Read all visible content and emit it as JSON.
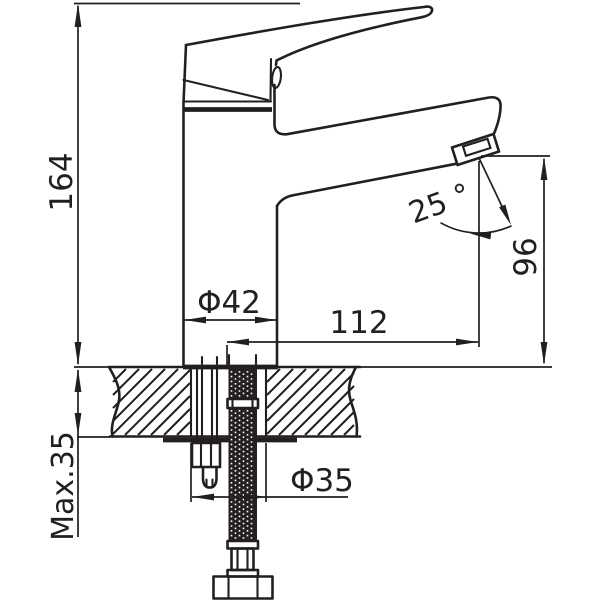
{
  "drawing": {
    "type": "technical-dimension-drawing",
    "subject": "single-lever basin faucet, side view with countertop mounting cross-section",
    "background_color": "#ffffff",
    "line_color": "#231f20",
    "labels": {
      "overall_height": "164",
      "body_diameter": "Φ42",
      "spout_reach": "112",
      "spout_angle": "25 °",
      "outlet_height": "96",
      "max_counter_thickness": "Max.35",
      "mounting_hole_diameter": "Φ35"
    },
    "values": {
      "overall_height_mm": 164,
      "body_diameter_mm": 42,
      "spout_reach_mm": 112,
      "spout_angle_deg": 25,
      "outlet_height_mm": 96,
      "max_counter_thickness_mm": 35,
      "mounting_hole_diameter_mm": 35
    }
  }
}
